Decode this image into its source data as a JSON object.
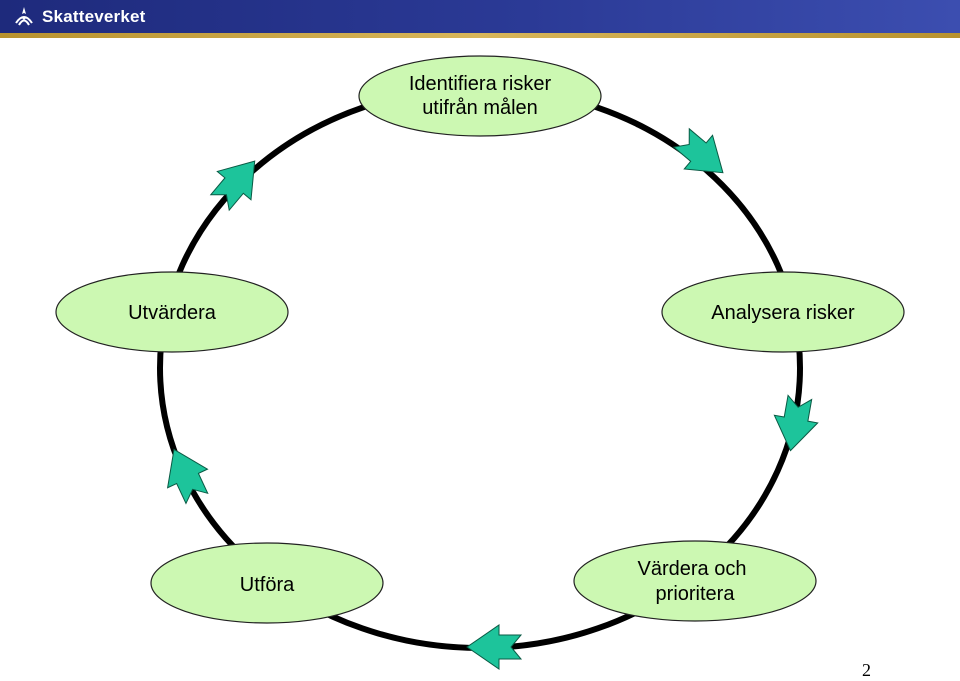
{
  "header": {
    "logo_text": "Skatteverket",
    "logo_icon": "skatteverket-emblem-icon",
    "bar_color": "#1e2a7c",
    "accent_color": "#c9a544"
  },
  "diagram": {
    "ellipse_fill": "#ccf8b2",
    "arrow_fill": "#1dc49b",
    "ring_color": "#000000",
    "nodes": [
      {
        "id": "identifiera",
        "lines": [
          "Identifiera risker",
          "utifrån målen"
        ]
      },
      {
        "id": "analysera",
        "lines": [
          "Analysera risker"
        ]
      },
      {
        "id": "vardera",
        "lines": [
          "Värdera och",
          "prioritera"
        ]
      },
      {
        "id": "utfora",
        "lines": [
          "Utföra"
        ]
      },
      {
        "id": "utvardera",
        "lines": [
          "Utvärdera"
        ]
      }
    ],
    "arrow_icons": [
      "arrow-icon",
      "arrow-icon",
      "arrow-icon",
      "arrow-icon",
      "arrow-icon"
    ]
  },
  "page_number": "2"
}
